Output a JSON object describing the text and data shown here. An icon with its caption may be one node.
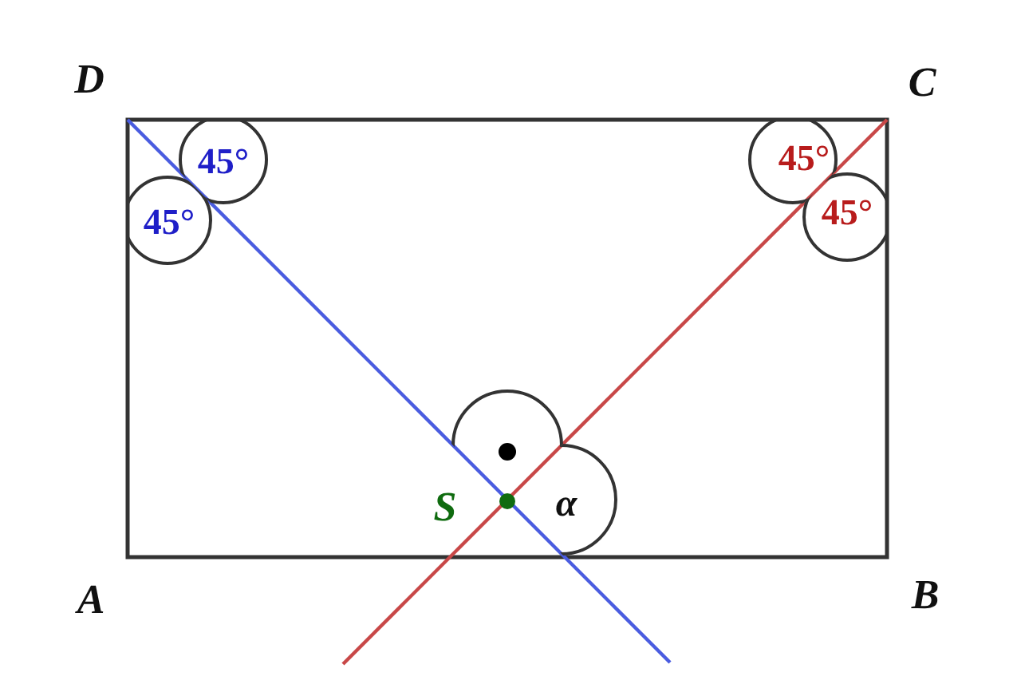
{
  "diagram": {
    "labels": [
      "D",
      "C",
      "45°",
      "45°",
      "45°",
      "45°",
      "S",
      "α",
      "A",
      "B"
    ]
  }
}
